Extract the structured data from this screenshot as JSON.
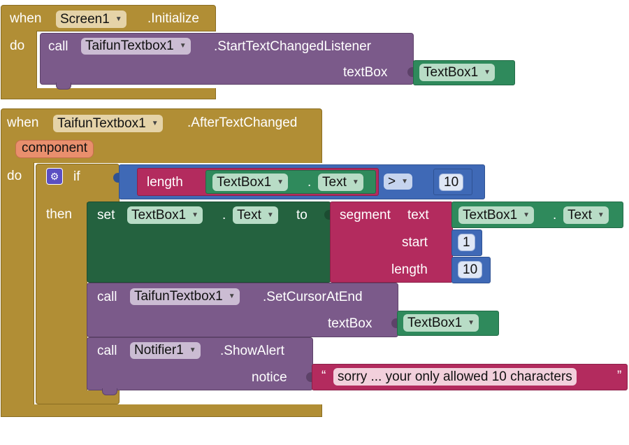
{
  "block1": {
    "when": "when",
    "component": "Screen1",
    "event": ".Initialize",
    "do": "do",
    "call": {
      "call": "call",
      "component": "TaifunTextbox1",
      "method": ".StartTextChangedListener",
      "param_label": "textBox",
      "param_value": "TextBox1"
    }
  },
  "block2": {
    "when": "when",
    "component": "TaifunTextbox1",
    "event": ".AfterTextChanged",
    "param": "component",
    "do": "do",
    "if_block": {
      "if": "if",
      "then": "then",
      "condition": {
        "length": "length",
        "obj": "TextBox1",
        "dot": ".",
        "prop": "Text",
        "op": ">",
        "num": "10"
      },
      "set": {
        "set": "set",
        "obj": "TextBox1",
        "dot": ".",
        "prop": "Text",
        "to": "to",
        "segment": "segment",
        "text": "text",
        "seg_obj": "TextBox1",
        "seg_dot": ".",
        "seg_prop": "Text",
        "start": "start",
        "start_val": "1",
        "length": "length",
        "length_val": "10"
      },
      "cursor_call": {
        "call": "call",
        "component": "TaifunTextbox1",
        "method": ".SetCursorAtEnd",
        "param_label": "textBox",
        "param_value": "TextBox1"
      },
      "alert_call": {
        "call": "call",
        "component": "Notifier1",
        "method": ".ShowAlert",
        "param_label": "notice",
        "open_quote": "“",
        "message": "sorry ... your only allowed 10 characters",
        "close_quote": "”"
      }
    }
  }
}
